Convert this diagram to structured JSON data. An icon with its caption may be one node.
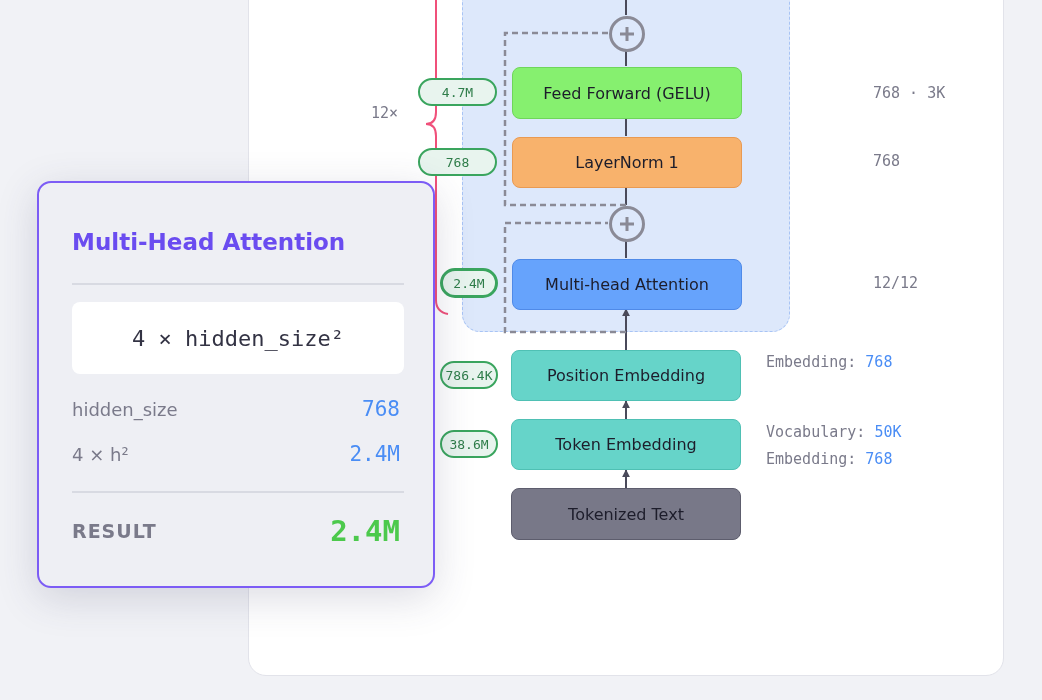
{
  "diagram": {
    "nodes": [
      {
        "text": [],
        "shape": "box"
      },
      {
        "text": [],
        "shape": "circle",
        "in": 0
      },
      {
        "text": [
          "4.7M"
        ]
      },
      {
        "text": [
          "Feed Forward (GELU)"
        ],
        "in": 0
      },
      {
        "text": [
          "768"
        ]
      },
      {
        "text": [
          "LayerNorm 1"
        ],
        "in": 0
      },
      {
        "text": [],
        "shape": "circle",
        "in": 0
      },
      {
        "text": [
          "2.4M"
        ]
      },
      {
        "text": [
          "Multi-head Attention"
        ],
        "in": 0
      },
      {
        "text": [
          "786.4K"
        ]
      },
      {
        "text": [
          "Position Embedding"
        ],
        "beside": [
          "Embedding: 768"
        ]
      },
      {
        "text": [
          "38.6M"
        ]
      },
      {
        "text": [
          "Token Embedding"
        ],
        "beside": [
          "Vocabulary: 50K",
          "Embedding: 768"
        ]
      },
      {
        "text": [
          "Tokenized Text"
        ]
      },
      {
        "text": [
          "Multi-Head Attention",
          "hidden_size",
          "768",
          "4 × h²",
          "2.4M",
          "RESULT",
          "2.4M"
        ]
      },
      {
        "text": [
          "4 × hidden_size²"
        ],
        "in": 14
      }
    ],
    "edges": [
      {
        "from": 13,
        "to": 12,
        "arrow": "to"
      },
      {
        "from": 12,
        "to": 10,
        "arrow": "to"
      },
      {
        "from": 10,
        "to": 8,
        "arrow": "to"
      },
      {
        "from": 8,
        "to": 6,
        "arrow": "none"
      },
      {
        "from": 6,
        "to": 5,
        "arrow": "none"
      },
      {
        "from": 5,
        "to": 3,
        "arrow": "none"
      },
      {
        "from": 3,
        "to": 1,
        "arrow": "none"
      },
      {
        "from": 1,
        "to": null,
        "arrow": "none"
      },
      {
        "from": 10,
        "to": 6,
        "arrow": "none",
        "style": "dashed"
      },
      {
        "from": 6,
        "to": 1,
        "arrow": "none",
        "style": "dashed"
      }
    ],
    "labels": [
      "768 · 3K",
      "12×",
      "768",
      "12/12"
    ]
  }
}
